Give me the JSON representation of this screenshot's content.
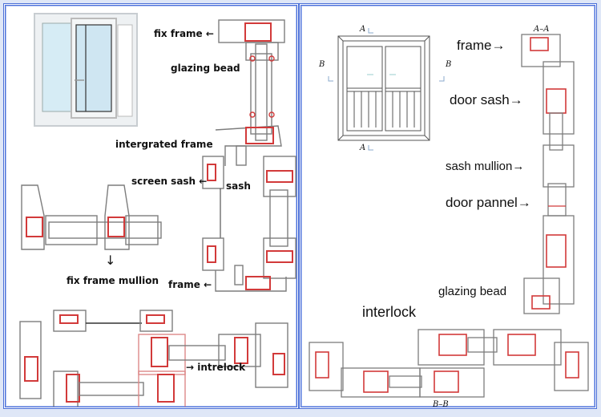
{
  "left_panel": {
    "title": "Sliding window profile sections",
    "labels": {
      "fix_frame": "fix frame",
      "glazing_bead": "glazing bead",
      "intergrated_frame": "intergrated frame",
      "screen_sash": "screen sash",
      "sash": "sash",
      "fix_frame_mullion": "fix frame mullion",
      "frame": "frame",
      "intrelock": "intrelock"
    },
    "arrows": {
      "left": "←",
      "right": "→",
      "down": "↓"
    }
  },
  "right_panel": {
    "title": "Casement door profile sections",
    "section_marks": {
      "a_top": "A",
      "a_bottom": "A",
      "b_left": "B",
      "b_right": "B",
      "aa": "A–A",
      "bb": "B–B"
    },
    "labels": {
      "frame": "frame→",
      "door_sash": "door sash→",
      "sash_mullion": "sash mullion→",
      "door_pannel": "door pannel→",
      "glazing_bead": "glazing bead",
      "interlock": "interlock"
    }
  },
  "colors": {
    "border_blue": "#4a6fd8",
    "profile_gray": "#8c8c8c",
    "steel_red": "#d23a3a",
    "glass_blue": "#cfe6f2"
  }
}
